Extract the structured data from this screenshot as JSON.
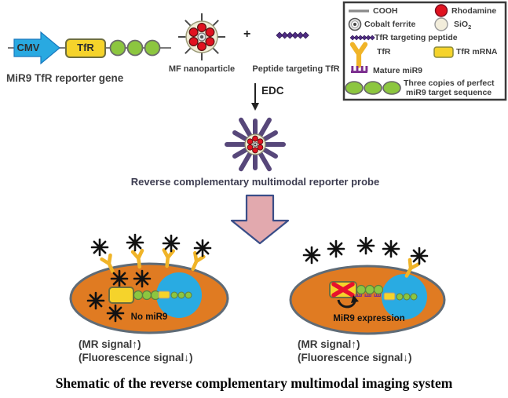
{
  "gene": {
    "cmv_label": "CMV",
    "tfr_label": "TfR",
    "construct_label": "MiR9 TfR reporter gene"
  },
  "reagents": {
    "mf_label": "MF nanoparticle",
    "plus": "+",
    "peptide_label": "Peptide targeting TfR"
  },
  "legend": {
    "cooh": "COOH",
    "rhodamine": "Rhodamine",
    "cobalt_ferrite": "Cobalt ferrite",
    "sio2_base": "SiO",
    "sio2_sub": "2",
    "tfr_targeting_peptide": "TfR targeting peptide",
    "tfr": "TfR",
    "tfr_mrna": "TfR mRNA",
    "mature_mir9": "Mature miR9",
    "three_copies_line1": "Three copies of perfect",
    "three_copies_line2": "miR9 target sequence"
  },
  "process": {
    "edc_label": "EDC",
    "probe_label": "Reverse complementary multimodal reporter probe"
  },
  "cells": {
    "left": {
      "state_label": "No miR9",
      "mr_signal": "(MR signal↑)",
      "fluorescence_signal": "(Fluorescence signal↓)"
    },
    "right": {
      "state_label": "MiR9 expression",
      "mr_signal": "(MR signal↑)",
      "fluorescence_signal": "(Fluorescence signal↓)"
    }
  },
  "caption": "Shematic of the reverse complementary multimodal imaging system",
  "colors": {
    "cmv_blue": "#29A9E1",
    "tfr_yellow": "#F5D32B",
    "target_green": "#8CC63F",
    "cell_orange": "#E07B22",
    "nucleus_blue": "#29ABE2",
    "probe_purple": "#57477A",
    "peptide_purple": "#4F2C83",
    "rhodamine_red": "#E0121F",
    "arrow_pink": "#E2A9AE",
    "mir9_purple": "#7B2D8E"
  }
}
